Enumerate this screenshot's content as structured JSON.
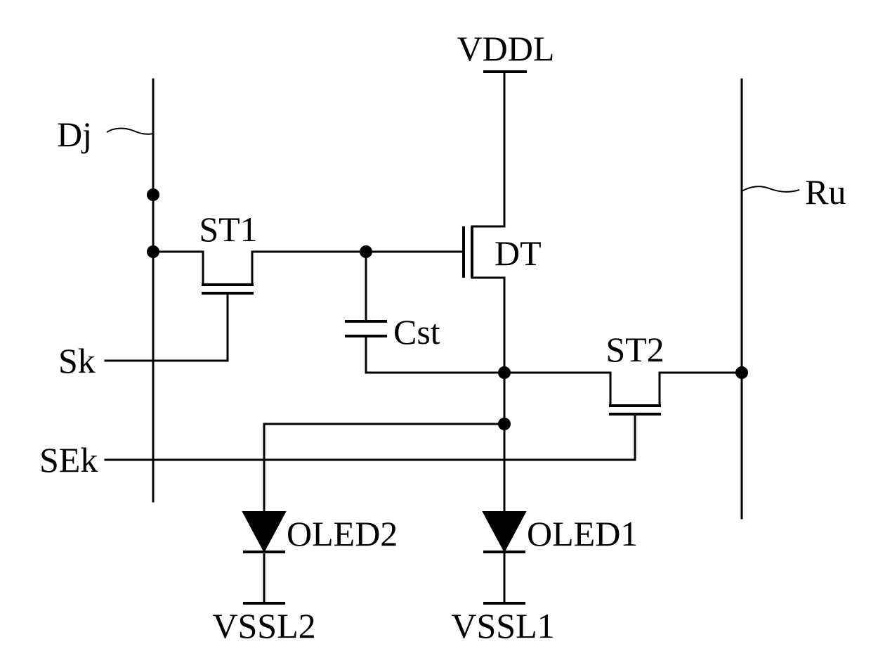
{
  "diagram": {
    "labels": {
      "vddl": "VDDL",
      "dj": "Dj",
      "ru": "Ru",
      "st1": "ST1",
      "dt": "DT",
      "cst": "Cst",
      "st2": "ST2",
      "sk": "Sk",
      "sek": "SEk",
      "oled2": "OLED2",
      "oled1": "OLED1",
      "vssl2": "VSSL2",
      "vssl1": "VSSL1"
    }
  }
}
